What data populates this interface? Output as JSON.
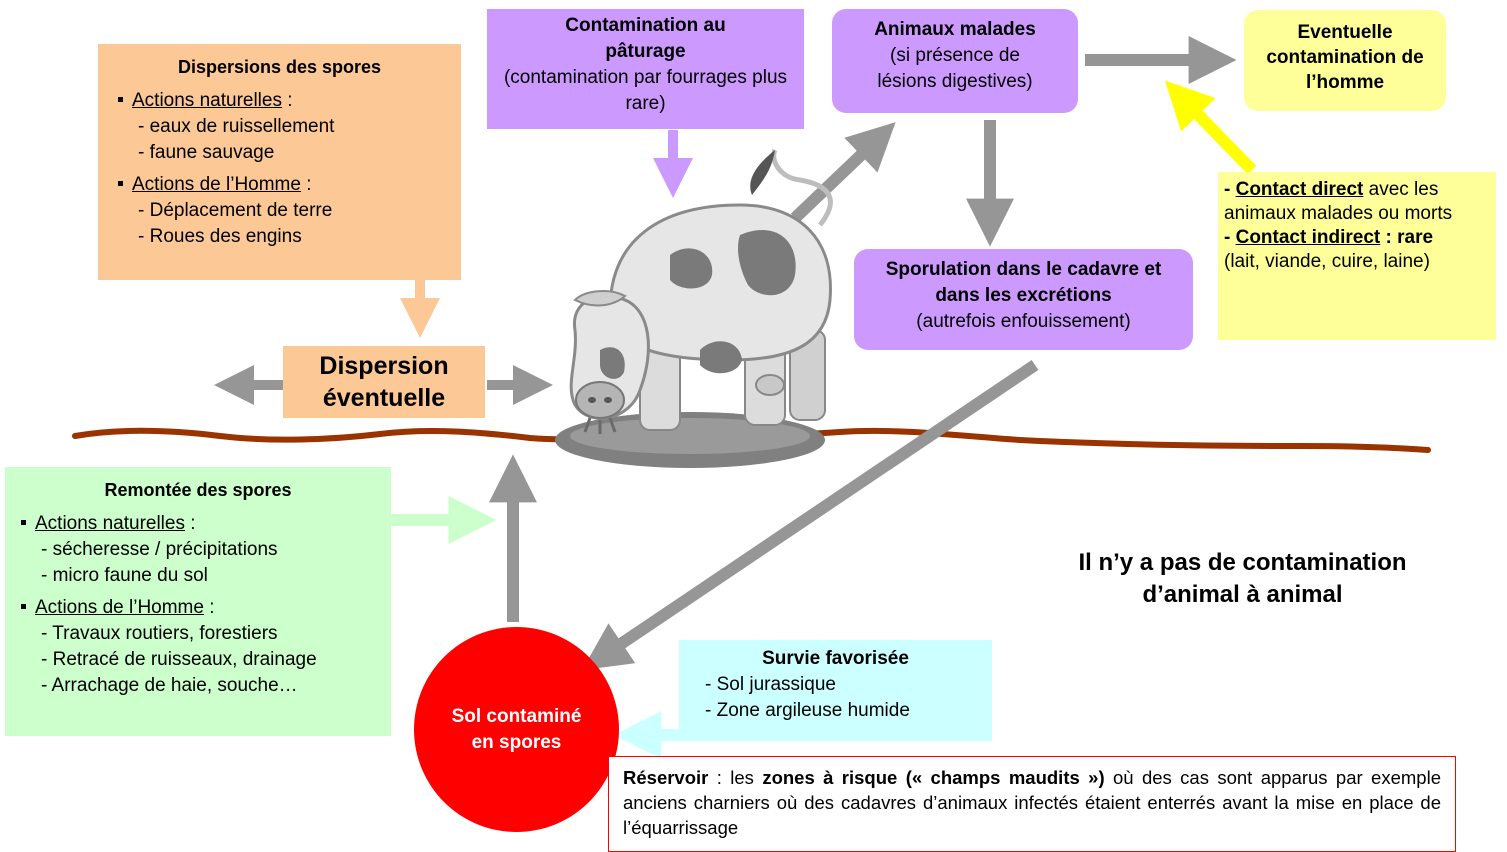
{
  "dispersions": {
    "title": "Dispersions des spores",
    "natural_label": "Actions naturelles",
    "natural_suffix": " :",
    "natural_items": [
      "- eaux de ruissellement",
      "- faune sauvage"
    ],
    "human_label": "Actions de l’Homme",
    "human_suffix": " :",
    "human_items": [
      "- Déplacement de terre",
      "- Roues des engins"
    ]
  },
  "pasture": {
    "title": "Contamination au pâturage",
    "subtitle": "(contamination par fourrages plus rare)"
  },
  "sick_animals": {
    "title": "Animaux malades",
    "subtitle": "(si présence de lésions digestives)"
  },
  "human_contamination": {
    "title": "Eventuelle contamination de l’homme"
  },
  "contact": {
    "direct_prefix": "- ",
    "direct_label": "Contact direct",
    "direct_rest": " avec les animaux malades ou morts",
    "indirect_prefix": "- ",
    "indirect_label": "Contact indirect",
    "indirect_mid": " : rare",
    "indirect_rest": "(lait, viande, cuire, laine)"
  },
  "sporulation": {
    "title": "Sporulation dans le cadavre et dans les excrétions",
    "subtitle": "(autrefois enfouissement)"
  },
  "dispersion": {
    "label": "Dispersion éventuelle"
  },
  "remontee": {
    "title": "Remontée des spores",
    "natural_label": "Actions naturelles",
    "natural_suffix": " :",
    "natural_items": [
      "- sécheresse / précipitations",
      "- micro faune du sol"
    ],
    "human_label": "Actions de l’Homme",
    "human_suffix": " :",
    "human_items": [
      "- Travaux routiers, forestiers",
      "- Retracé de ruisseaux, drainage",
      "- Arrachage de haie, souche…"
    ]
  },
  "soil": {
    "label": "Sol contaminé en spores"
  },
  "survival": {
    "title": "Survie favorisée",
    "items": [
      "- Sol jurassique",
      "- Zone argileuse humide"
    ]
  },
  "no_contamination": {
    "text": "Il n’y a pas de contamination d’animal à animal"
  },
  "reservoir": {
    "label": "Réservoir",
    "text1": " : les ",
    "bold": "zones à risque (« champs maudits »)",
    "text2": " où des cas sont apparus par exemple anciens charniers où des cadavres d’animaux infectés étaient enterrés avant la mise en place de l’équarrissage"
  },
  "colors": {
    "orange_box": "#fbc896",
    "purple_box": "#cc99ff",
    "yellow_box": "#ffff99",
    "green_box": "#ccffcc",
    "cyan_box": "#ccffff",
    "soil_red": "#ff0000",
    "ground_brown": "#993300",
    "gray_arrow": "#969696",
    "yellow_arrow": "#ffff00",
    "reservoir_border": "#ff0000"
  }
}
